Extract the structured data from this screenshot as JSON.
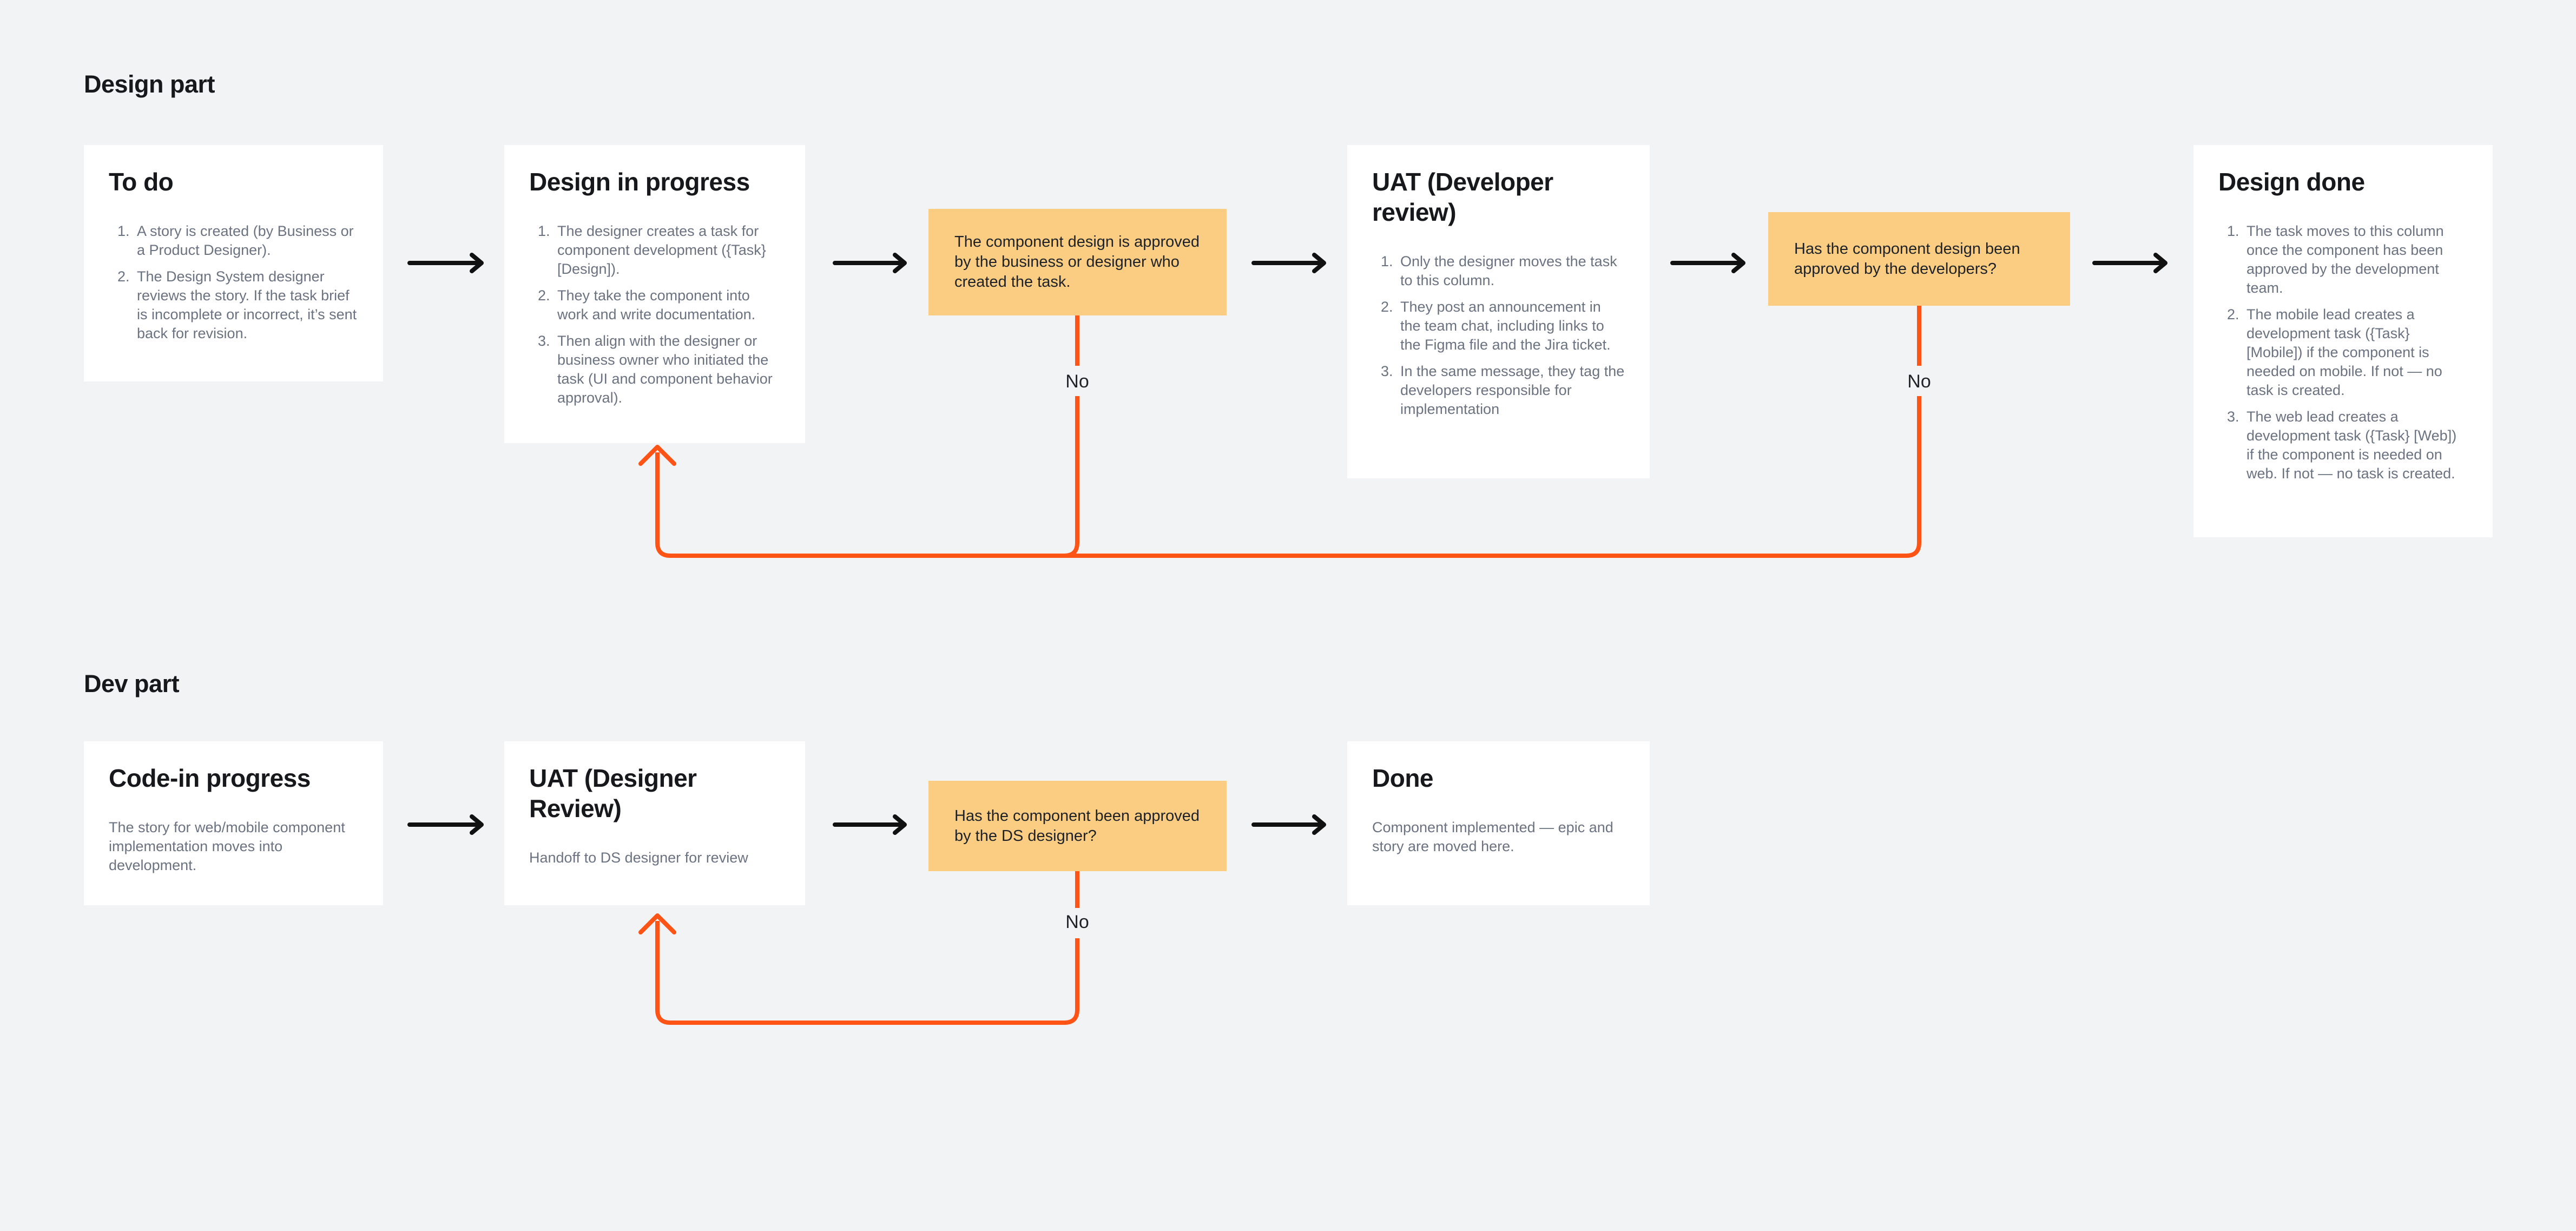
{
  "colors": {
    "background": "#F2F3F5",
    "card_background": "#FFFFFF",
    "note_background": "#FACD83",
    "connector_orange": "#FF5416",
    "arrow_black": "#111111",
    "heading_text": "#17181C",
    "body_text": "#6B7280"
  },
  "design": {
    "section_title": "Design part",
    "cards": {
      "todo": {
        "title": "To do",
        "items": [
          "A story is created (by Business or a Product Designer).",
          "The Design System designer reviews the story. If the task brief is incomplete or incorrect, it’s sent back for revision."
        ]
      },
      "in_progress": {
        "title": "Design in progress",
        "items": [
          "The designer creates a task for component development ({Task} [Design]).",
          "They take the component into work and write documentation.",
          "Then align with the designer or business owner who initiated the task (UI and component behavior approval)."
        ]
      },
      "uat_developer": {
        "title": "UAT (Developer review)",
        "items": [
          "Only the designer moves the task to this column.",
          "They post an announcement in the team chat, including links to the Figma file and the Jira ticket.",
          "In the same message, they tag the developers responsible for implementation"
        ]
      },
      "done": {
        "title": "Design done",
        "items": [
          "The task moves to this column once the component has been approved by the development team.",
          "The mobile lead creates a development task ({Task} [Mobile]) if the component is needed on mobile. If not — no task is created.",
          "The web lead creates a development task ({Task} [Web]) if the component is needed on web. If not — no task is created."
        ]
      }
    },
    "notes": {
      "business_approval": {
        "text": "The component design is approved by the business or designer who created the task."
      },
      "developers_question": {
        "text": "Has the component design been approved by the developers?"
      }
    },
    "no_label_1": "No",
    "no_label_2": "No"
  },
  "dev": {
    "section_title": "Dev part",
    "cards": {
      "code_in_progress": {
        "title": "Code-in progress",
        "text": "The story for web/mobile component implementation moves into development."
      },
      "uat_designer": {
        "title": "UAT (Designer Review)",
        "text": "Handoff to DS designer for review"
      },
      "done": {
        "title": "Done",
        "text": "Component implemented — epic and story are moved here."
      }
    },
    "notes": {
      "ds_designer_question": {
        "text": "Has the component been approved by the DS designer?"
      }
    },
    "no_label": "No"
  }
}
